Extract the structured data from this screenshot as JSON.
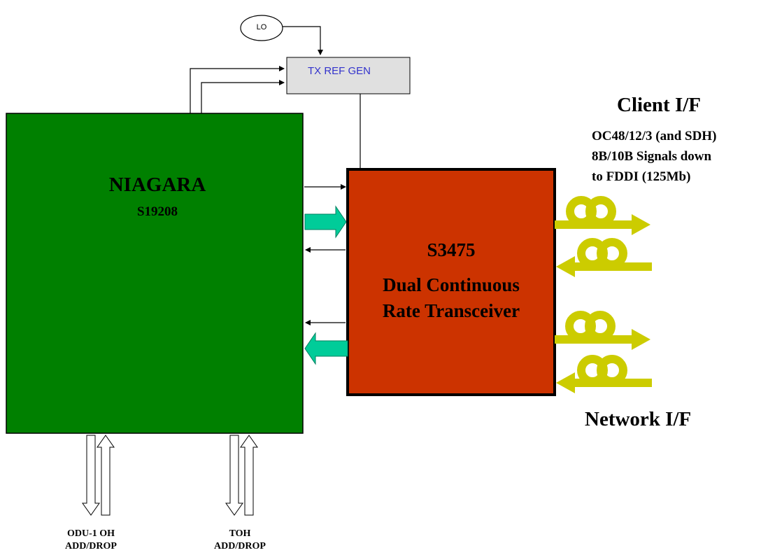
{
  "diagram": {
    "lo_label": "LO",
    "tx_ref_gen_label": "TX REF GEN",
    "niagara": {
      "title": "NIAGARA",
      "part": "S19208"
    },
    "transceiver": {
      "part": "S3475",
      "line1": "Dual Continuous",
      "line2": "Rate Transceiver"
    },
    "client_if": {
      "title": "Client I/F",
      "desc_lines": [
        "OC48/12/3 (and SDH)",
        "8B/10B Signals down",
        "to FDDI (125Mb)"
      ]
    },
    "network_if": {
      "title": "Network I/F"
    },
    "odu_label": {
      "line1": "ODU-1 OH",
      "line2": "ADD/DROP"
    },
    "toh_label": {
      "line1": "TOH",
      "line2": "ADD/DROP"
    }
  },
  "colors": {
    "niagara_fill": "#008000",
    "transceiver_fill": "#cc3300",
    "tx_ref_fill": "#e0e0e0",
    "tx_ref_text": "#3333cc",
    "data_arrow": "#00cc99",
    "fiber": "#cccc00"
  }
}
